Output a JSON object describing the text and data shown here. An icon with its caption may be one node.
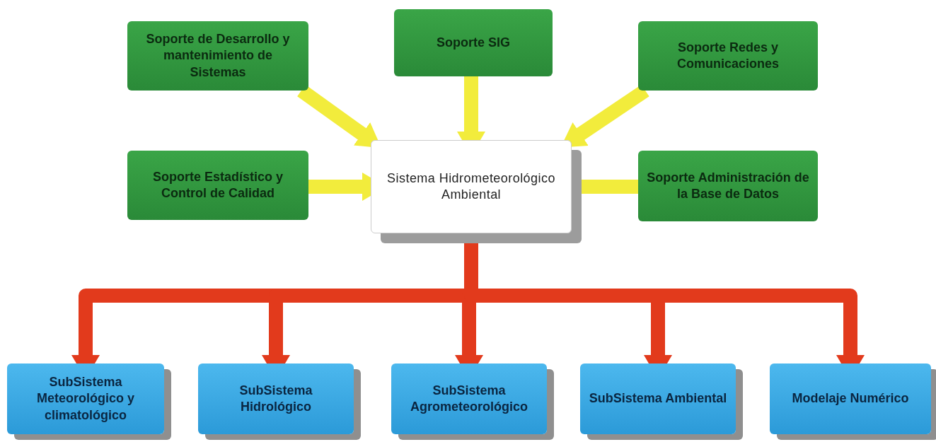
{
  "diagram": {
    "nodes": [
      {
        "text": [
          "Soporte de Desarrollo y mantenimiento de Sistemas"
        ]
      },
      {
        "text": [
          "Soporte SIG"
        ]
      },
      {
        "text": [
          "Soporte Redes y Comunicaciones"
        ]
      },
      {
        "text": [
          "Soporte Estadístico y Control de Calidad"
        ]
      },
      {
        "text": [
          "Sistema Hidrometeorológico Ambiental"
        ]
      },
      {
        "text": [
          "Soporte Administración de la Base de Datos"
        ]
      },
      {
        "text": [
          "SubSistema Meteorológico y climatológico"
        ]
      },
      {
        "text": [
          "SubSistema Hidrológico"
        ]
      },
      {
        "text": [
          "SubSistema Agrometeorológico"
        ]
      },
      {
        "text": [
          "SubSistema Ambiental"
        ]
      },
      {
        "text": [
          "Modelaje Numérico"
        ]
      }
    ],
    "edges": [
      {
        "from": 0,
        "to": 4,
        "arrow": "to",
        "color": "#f2ec3c"
      },
      {
        "from": 1,
        "to": 4,
        "arrow": "to",
        "color": "#f2ec3c"
      },
      {
        "from": 2,
        "to": 4,
        "arrow": "to",
        "color": "#f2ec3c"
      },
      {
        "from": 3,
        "to": 4,
        "arrow": "to",
        "color": "#f2ec3c"
      },
      {
        "from": 5,
        "to": 4,
        "arrow": "to",
        "color": "#f2ec3c"
      },
      {
        "from": 4,
        "to": 6,
        "arrow": "to",
        "color": "#e23a1c"
      },
      {
        "from": 4,
        "to": 7,
        "arrow": "to",
        "color": "#e23a1c"
      },
      {
        "from": 4,
        "to": 8,
        "arrow": "to",
        "color": "#e23a1c"
      },
      {
        "from": 4,
        "to": 9,
        "arrow": "to",
        "color": "#e23a1c"
      },
      {
        "from": 4,
        "to": 10,
        "arrow": "to",
        "color": "#e23a1c"
      }
    ]
  }
}
